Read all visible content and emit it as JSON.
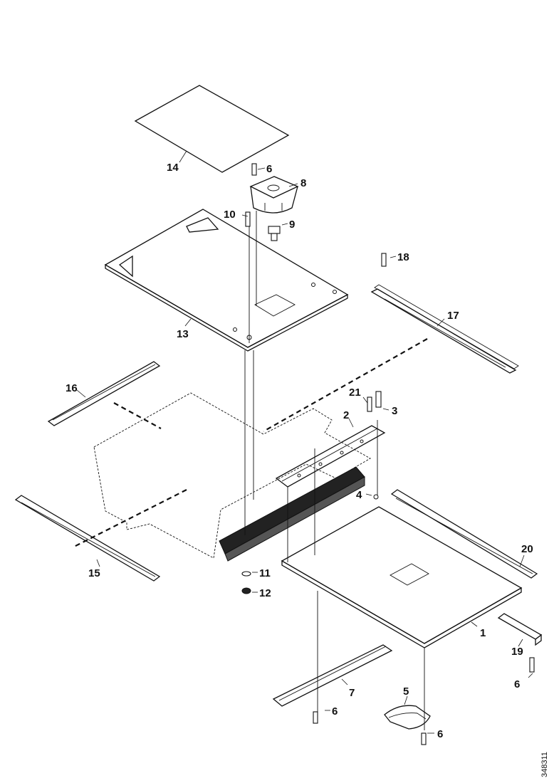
{
  "callouts": {
    "c1": "1",
    "c2": "2",
    "c3": "3",
    "c4": "4",
    "c5": "5",
    "c6a": "6",
    "c6b": "6",
    "c6c": "6",
    "c6d": "6",
    "c7": "7",
    "c8": "8",
    "c9": "9",
    "c10": "10",
    "c11": "11",
    "c12": "12",
    "c13": "13",
    "c14": "14",
    "c15": "15",
    "c16": "16",
    "c17": "17",
    "c18": "18",
    "c19": "19",
    "c20": "20",
    "c21": "21"
  },
  "figure_id": "348311"
}
